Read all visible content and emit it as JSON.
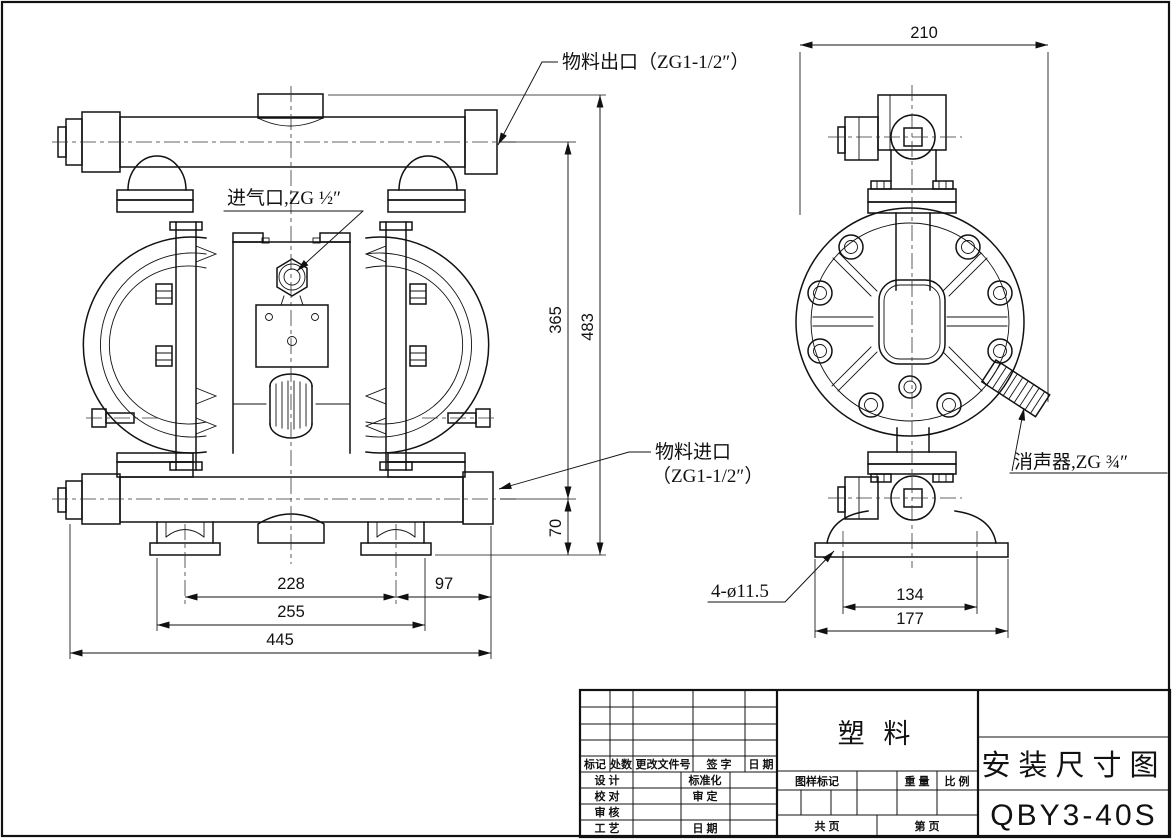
{
  "drawing": {
    "callouts": {
      "outlet": "物料出口（ZG1-1/2″）",
      "air_inlet": "进气口,ZG ½″",
      "inlet_line1": "物料进口",
      "inlet_line2": "（ZG1-1/2″）",
      "muffler": "消声器,ZG ¾″",
      "mount_holes": "4-ø11.5"
    },
    "dims": {
      "d228": "228",
      "d97": "97",
      "d255": "255",
      "d445": "445",
      "d365": "365",
      "d483": "483",
      "d70": "70",
      "d210": "210",
      "d134": "134",
      "d177": "177"
    }
  },
  "title_block": {
    "material": "塑  料",
    "doc_type": "安装尺寸图",
    "model": "QBY3-40S",
    "rev_headers": [
      "标记",
      "处数",
      "更改文件号",
      "签 字",
      "日 期"
    ],
    "sign_rows_left": [
      "设 计",
      "校 对",
      "审 核",
      "工 艺"
    ],
    "sign_rows_mid": [
      "标准化",
      "审 定",
      "",
      "日 期"
    ],
    "stamp": "图样标记",
    "weight": "重 量",
    "scale": "比 例",
    "pages_total": "共    页",
    "page_num": "第    页"
  }
}
